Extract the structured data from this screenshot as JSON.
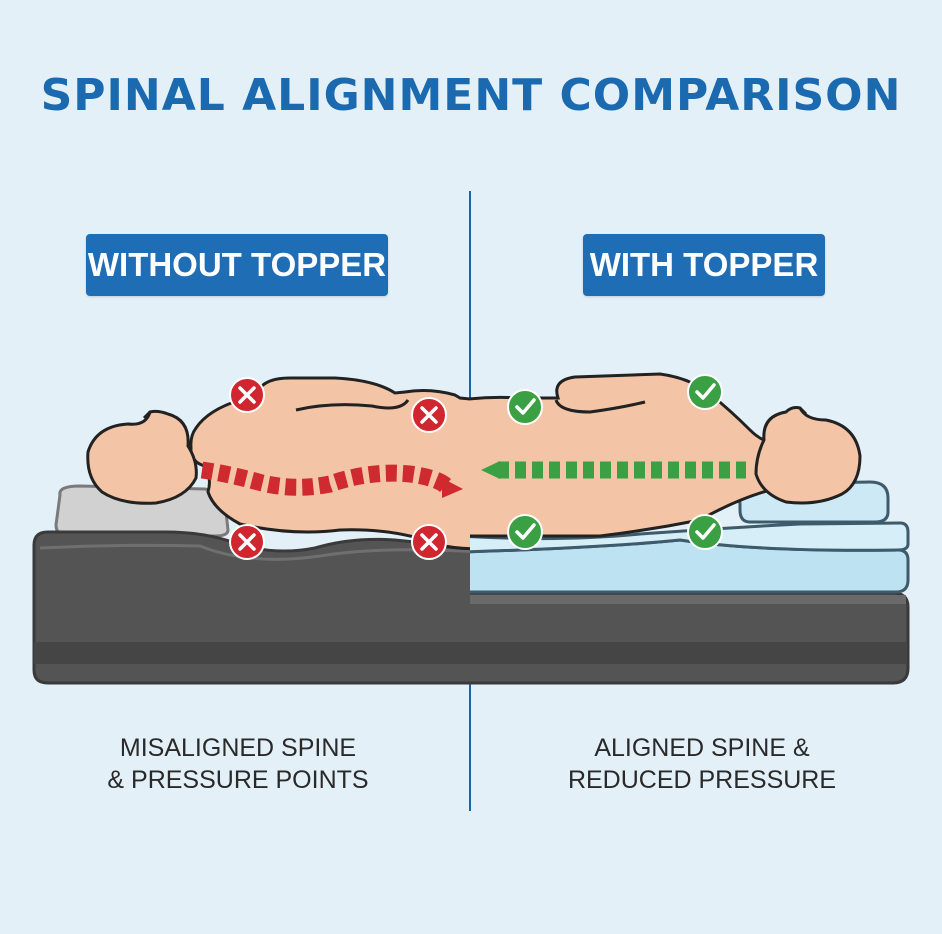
{
  "title": "SPINAL ALIGNMENT COMPARISON",
  "left": {
    "label": "WITHOUT TOPPER",
    "caption_line1": "MISALIGNED SPINE",
    "caption_line2": "& PRESSURE POINTS",
    "marker_icon": "x-mark-icon",
    "color": "#d0262f"
  },
  "right": {
    "label": "WITH TOPPER",
    "caption_line1": "ALIGNED SPINE &",
    "caption_line2": "REDUCED PRESSURE",
    "marker_icon": "check-mark-icon",
    "color": "#3aa043"
  },
  "colors": {
    "title": "#1b69ae",
    "tag_bg": "#1e6db5",
    "mattress": "#505050",
    "topper": "#bfe3f2",
    "skin": "#f3c5a6"
  }
}
